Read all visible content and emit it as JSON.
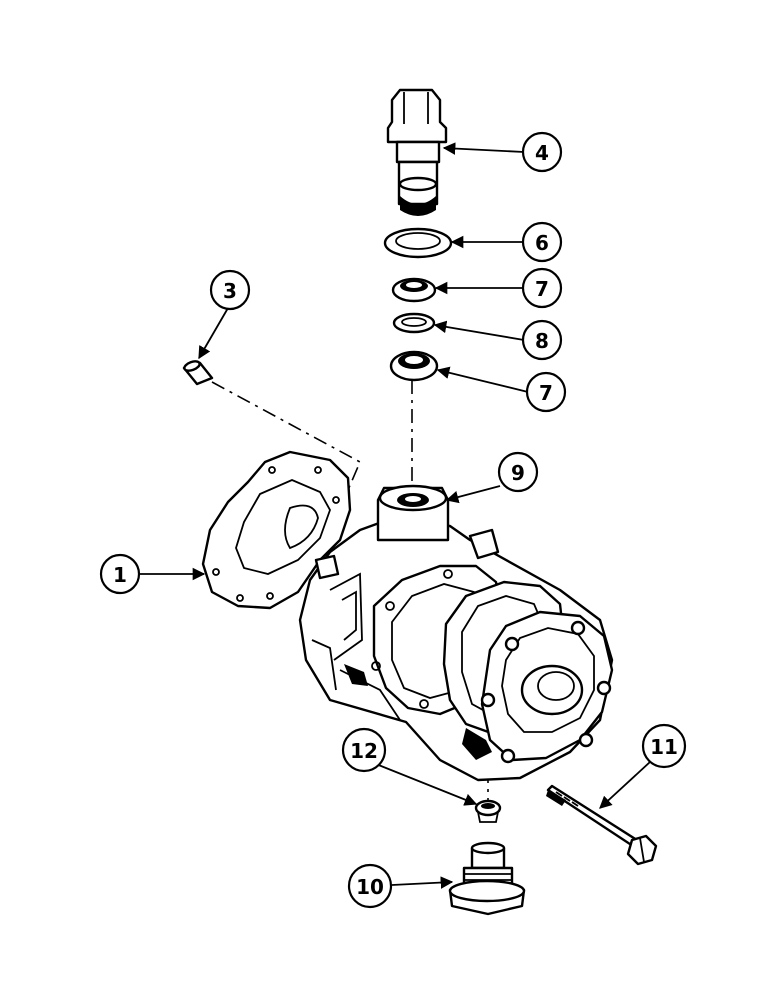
{
  "diagram": {
    "callouts": [
      {
        "id": "c4",
        "label": "4"
      },
      {
        "id": "c6",
        "label": "6"
      },
      {
        "id": "c7a",
        "label": "7"
      },
      {
        "id": "c8",
        "label": "8"
      },
      {
        "id": "c7b",
        "label": "7"
      },
      {
        "id": "c3",
        "label": "3"
      },
      {
        "id": "c9",
        "label": "9"
      },
      {
        "id": "c1",
        "label": "1"
      },
      {
        "id": "c12",
        "label": "12"
      },
      {
        "id": "c11",
        "label": "11"
      },
      {
        "id": "c10",
        "label": "10"
      }
    ]
  }
}
